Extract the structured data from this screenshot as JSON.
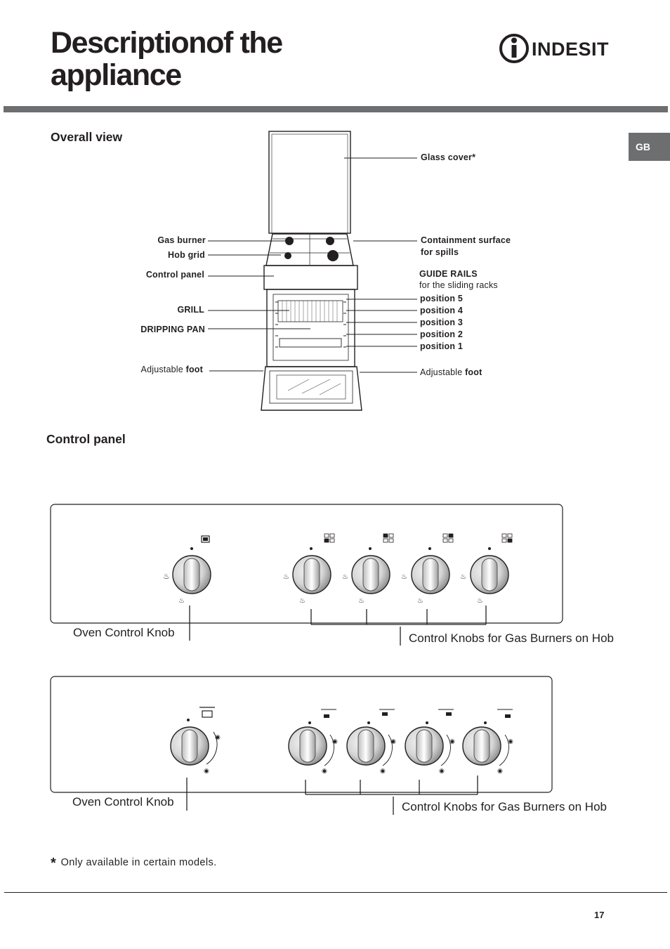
{
  "page": {
    "title_line1": "Descriptionof the",
    "title_line2": "appliance",
    "brand": "INDESIT",
    "language_tab": "GB",
    "page_number": "17"
  },
  "overall_view": {
    "heading": "Overall view",
    "labels_left": {
      "gas_burner": "Gas burner",
      "hob_grid": "Hob grid",
      "control_panel_a": "Control",
      "control_panel_b": "panel",
      "grill": "GRILL",
      "dripping_pan": "DRIPPING PAN",
      "adjustable_a": "Adjustable",
      "foot": "foot"
    },
    "labels_right": {
      "glass_cover": "Glass cover*",
      "containment_1": "Containment surface",
      "containment_2": "for spills",
      "guide_rails": "GUIDE RAILS",
      "guide_rails_sub": "for the sliding racks",
      "position_5": "position 5",
      "position_4": "position 4",
      "position_3": "position 3",
      "position_2": "position 2",
      "position_1": "position 1",
      "adjustable_a": "Adjustable",
      "foot": "foot"
    }
  },
  "control_panel": {
    "heading": "Control panel",
    "panel_1": {
      "oven_caption": "Oven Control Knob",
      "hob_caption": "Control Knobs for Gas Burners on Hob"
    },
    "panel_2": {
      "oven_caption": "Oven Control Knob",
      "hob_caption": "Control Knobs for Gas Burners on Hob"
    }
  },
  "footnote": {
    "star": "*",
    "text": "Only available in certain models."
  }
}
